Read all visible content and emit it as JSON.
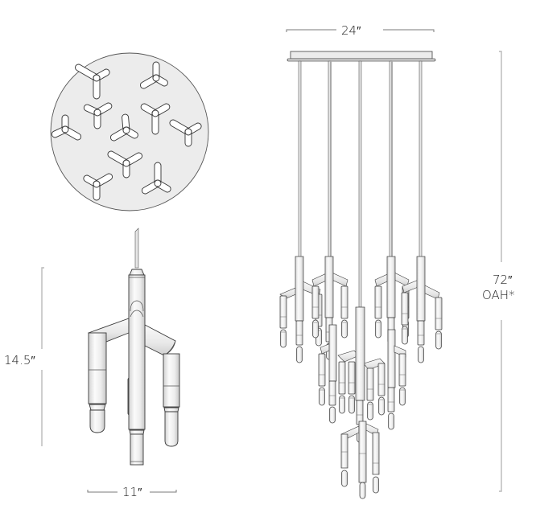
{
  "drawing": {
    "title": "Pendant chandelier dimension drawing",
    "views": {
      "canopy_plan": {
        "label": "canopy-top-view",
        "cluster_count": 11
      },
      "single_cluster": {
        "label": "single-cluster-elevation"
      },
      "full_fixture": {
        "label": "full-fixture-elevation",
        "pendant_count": 5
      }
    },
    "dimensions": {
      "canopy_width": "24″",
      "overall_height_value": "72″",
      "overall_height_suffix": "OAH*",
      "cluster_height": "14.5″",
      "cluster_width": "11″"
    },
    "colors": {
      "line": "#3a3a3a",
      "dimension_line": "#b9b9b9",
      "canopy_fill": "#ececec",
      "background": "#ffffff"
    }
  }
}
